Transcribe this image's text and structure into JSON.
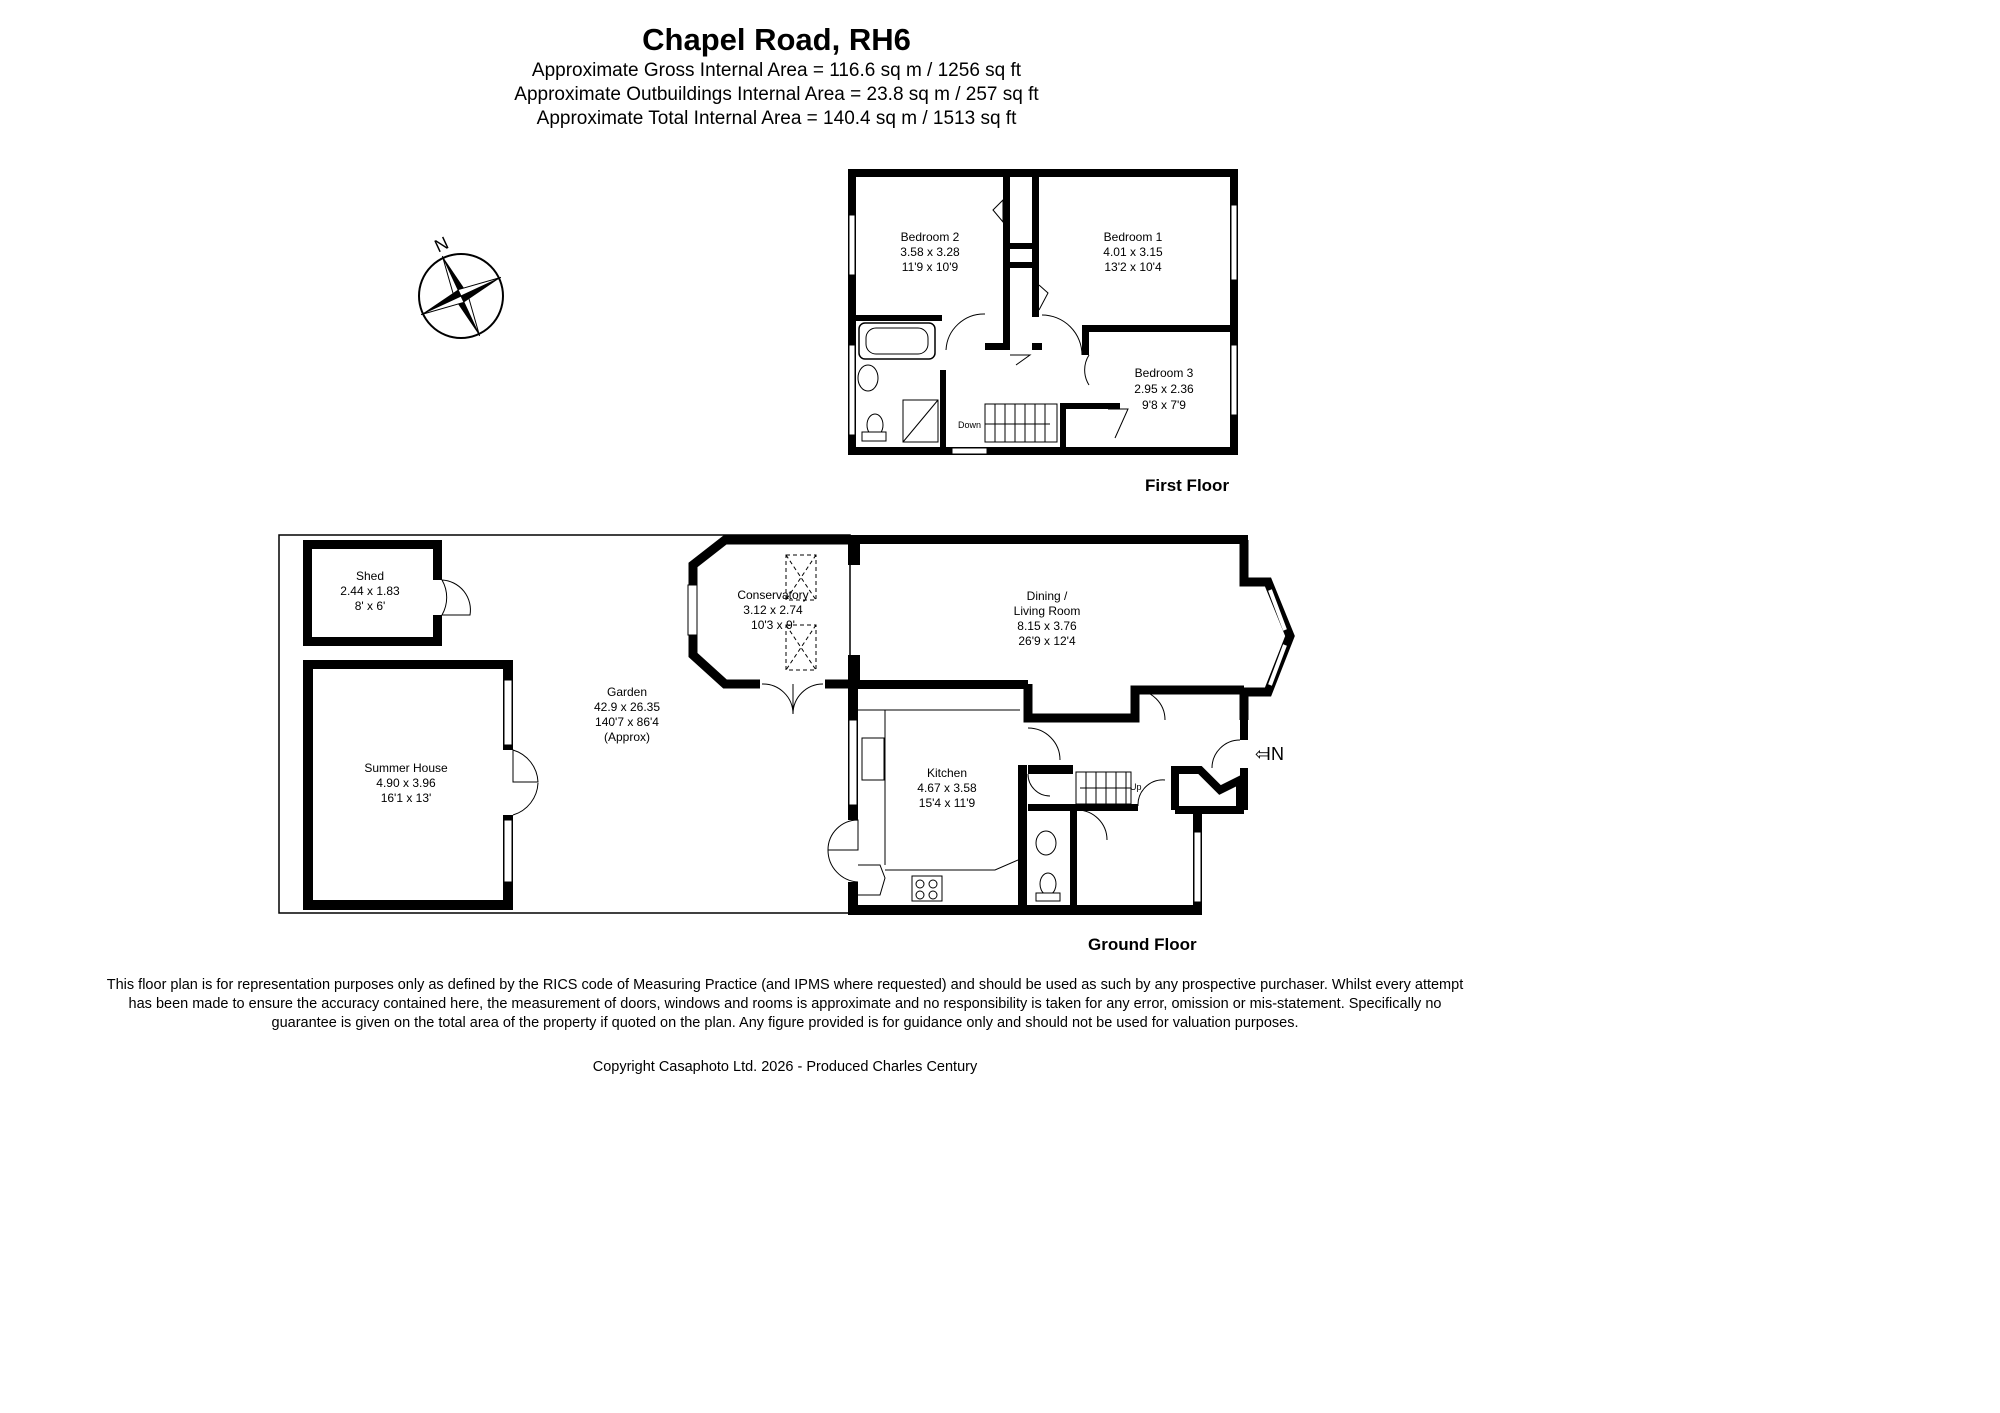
{
  "header": {
    "title": "Chapel Road, RH6",
    "areas": [
      "Approximate Gross Internal Area = 116.6 sq m / 1256 sq ft",
      "Approximate Outbuildings Internal Area = 23.8 sq m / 257 sq ft",
      "Approximate Total Internal Area = 140.4 sq m / 1513 sq ft"
    ]
  },
  "compass": {
    "north_label": "N"
  },
  "first_floor": {
    "label": "First Floor",
    "stairs_label": "Down",
    "rooms": [
      {
        "name": "Bedroom 2",
        "metric": "3.58 x 3.28",
        "imperial": "11'9 x 10'9"
      },
      {
        "name": "Bedroom 1",
        "metric": "4.01 x 3.15",
        "imperial": "13'2 x 10'4"
      },
      {
        "name": "Bedroom 3",
        "metric": "2.95 x 2.36",
        "imperial": "9'8 x 7'9"
      }
    ]
  },
  "ground_floor": {
    "label": "Ground Floor",
    "stairs_label": "Up",
    "entrance_label": "IN",
    "rooms": [
      {
        "name": "Shed",
        "metric": "2.44 x 1.83",
        "imperial": "8' x 6'"
      },
      {
        "name": "Summer House",
        "metric": "4.90 x 3.96",
        "imperial": "16'1 x 13'"
      },
      {
        "name": "Garden",
        "metric": "42.9 x 26.35",
        "imperial": "140'7 x 86'4",
        "note": "(Approx)"
      },
      {
        "name": "Conservatory",
        "metric": "3.12 x 2.74",
        "imperial": "10'3 x 9'"
      },
      {
        "name": "Dining /",
        "name2": "Living Room",
        "metric": "8.15 x 3.76",
        "imperial": "26'9 x 12'4"
      },
      {
        "name": "Kitchen",
        "metric": "4.67 x 3.58",
        "imperial": "15'4 x 11'9"
      }
    ]
  },
  "footer": {
    "disclaimer": "This floor plan is for representation purposes only as defined by the RICS code of Measuring Practice (and IPMS where requested) and should be used as such by any prospective purchaser. Whilst every attempt has been made to ensure the accuracy contained here, the measurement of doors, windows and rooms is approximate and no responsibility is taken for any error, omission or mis-statement. Specifically no guarantee is given on the total area of the property if quoted on the plan. Any figure provided is for guidance only and should not be used for valuation purposes.",
    "copyright": "Copyright Casaphoto Ltd. 2026 - Produced Charles Century"
  }
}
